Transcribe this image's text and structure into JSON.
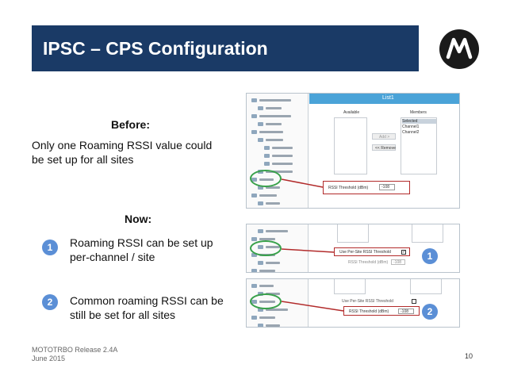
{
  "title": "IPSC – CPS Configuration",
  "logo": "motorola-logo",
  "before": {
    "heading": "Before:",
    "text_line1": "Only one Roaming RSSI value  could",
    "text_line2": "be set up for all sites"
  },
  "now": {
    "heading": "Now:",
    "items": [
      {
        "number": "1",
        "line1": "Roaming RSSI can be set up",
        "line2": "per-channel / site"
      },
      {
        "number": "2",
        "line1": "Common roaming RSSI can be",
        "line2": "still be set for all sites"
      }
    ]
  },
  "screenshot_before": {
    "window_title": "List1",
    "available_label": "Available",
    "members_label": "Members",
    "members": [
      "Selected",
      "Channel1",
      "Channel2"
    ],
    "add_button": "Add >",
    "remove_button": "<< Remove",
    "field_label": "RSSI Threshold (dBm)",
    "field_value": "-108"
  },
  "screenshot_now1": {
    "checkbox_label": "Use Per-Site RSSI Threshold",
    "field_label": "RSSI Threshold (dBm)",
    "field_value": "-108",
    "badge": "1"
  },
  "screenshot_now2": {
    "checkbox_label": "Use Per-Site RSSI Threshold",
    "field_label": "RSSI Threshold (dBm)",
    "field_value": "-108",
    "badge": "2"
  },
  "footer": {
    "release": "MOTOTRBO Release 2.4A",
    "date": "June 2015",
    "page": "10"
  },
  "colors": {
    "title_bar": "#1a3a66",
    "badge": "#5b8fd6",
    "highlight_red": "#b22b2b",
    "highlight_green": "#38a14a"
  }
}
